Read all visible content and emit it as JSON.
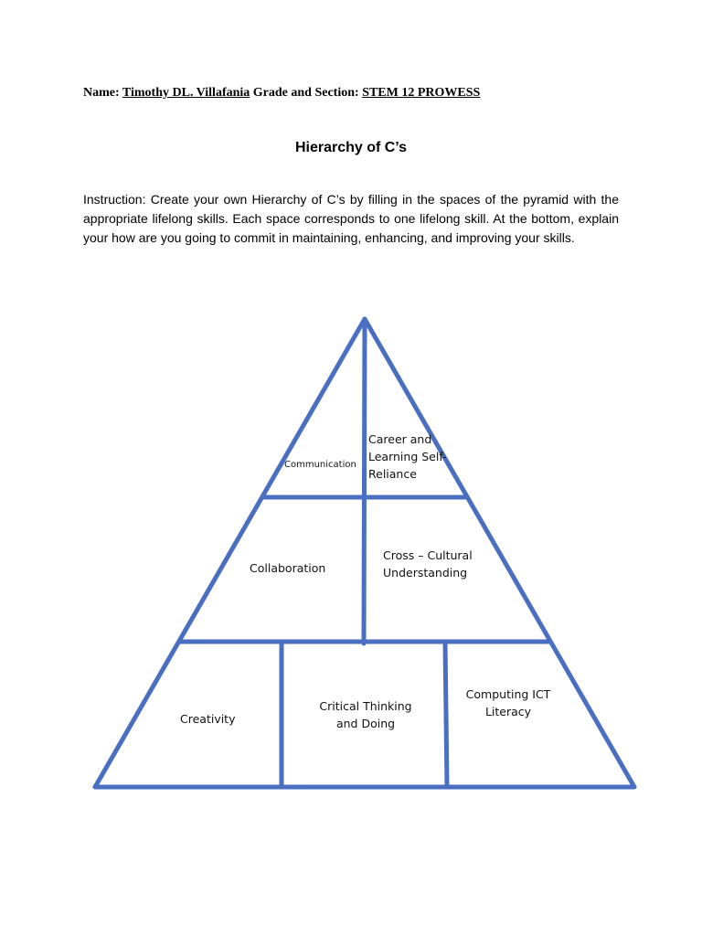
{
  "header": {
    "name_label": "Name:",
    "name_value": "Timothy DL. Villafania",
    "section_label": "Grade and Section:",
    "section_value": "STEM 12 PROWESS"
  },
  "title": "Hierarchy of C’s",
  "instruction": "Instruction: Create your own Hierarchy of C’s by filling in the spaces of the pyramid with the appropriate lifelong skills. Each space corresponds to one lifelong skill. At the bottom, explain your how are you going to commit in maintaining, enhancing, and improving your skills.",
  "pyramid": {
    "line_color": "#4a6fc1",
    "top_left": "Communication",
    "top_right": [
      "Career and",
      "Learning Self-",
      "Reliance"
    ],
    "middle_left": "Collaboration",
    "middle_right": [
      "Cross – Cultural",
      "Understanding"
    ],
    "bottom_left": "Creativity",
    "bottom_middle": [
      "Critical Thinking",
      "and Doing"
    ],
    "bottom_right": [
      "Computing ICT",
      "Literacy"
    ]
  }
}
